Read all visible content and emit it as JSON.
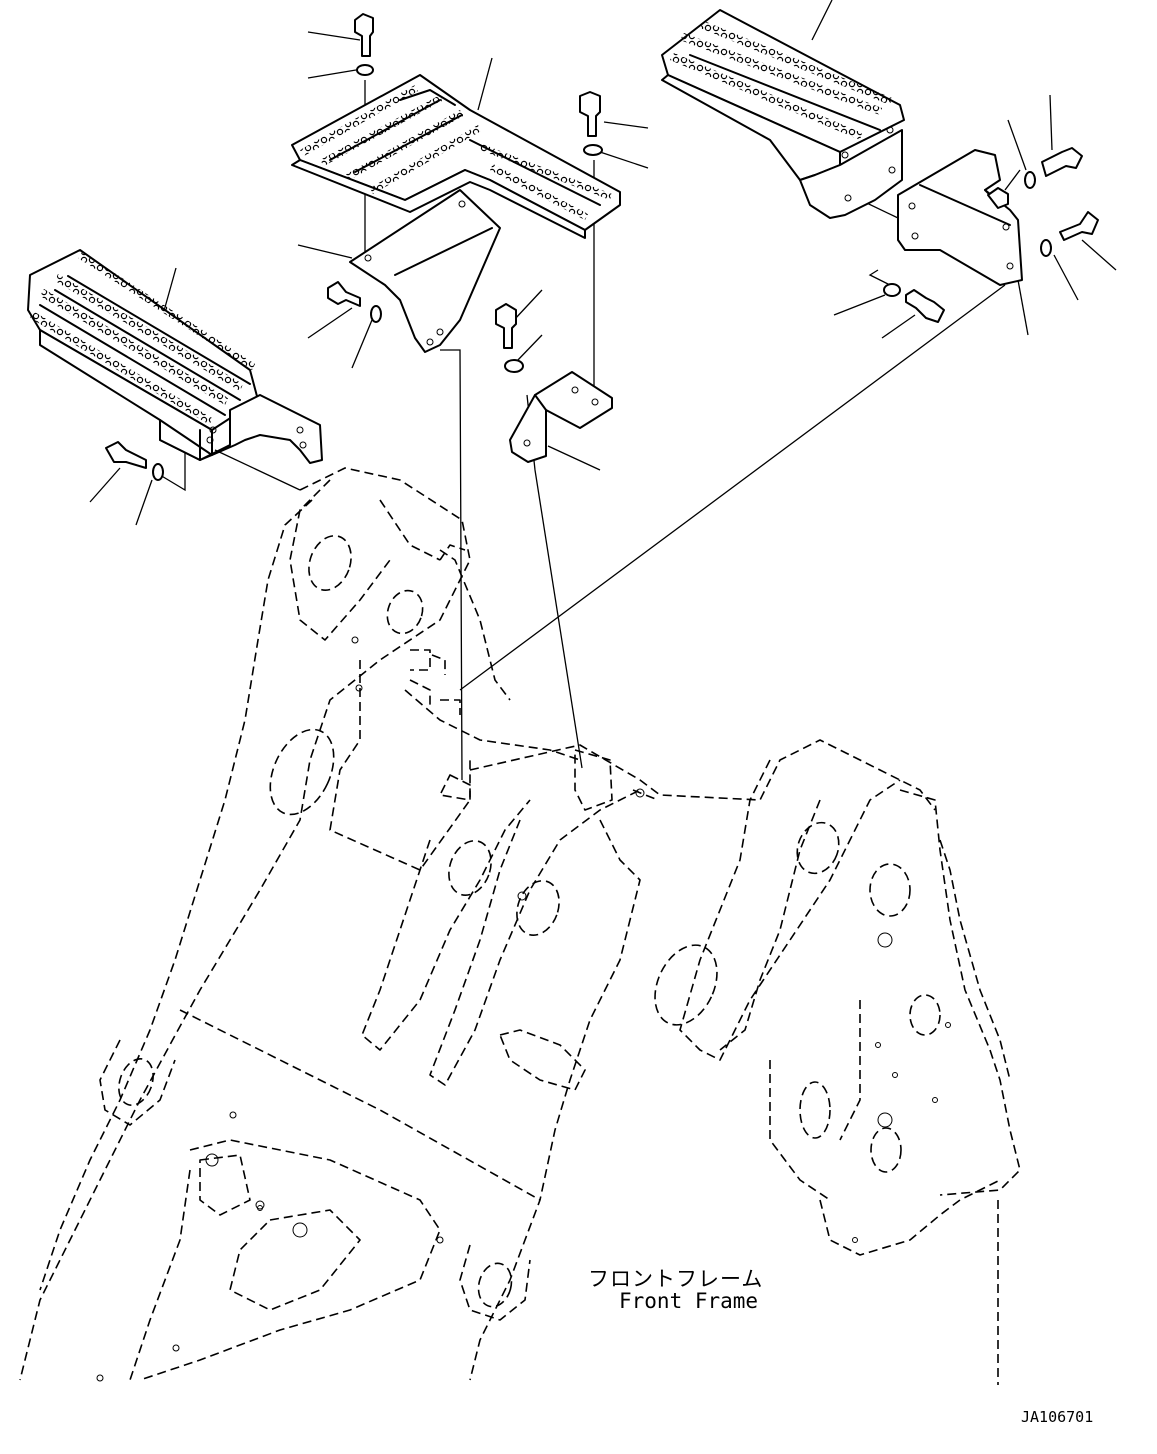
{
  "labels": {
    "frame_jp": "フロントフレーム",
    "frame_en": "Front Frame",
    "drawing_id": "JA106701"
  }
}
